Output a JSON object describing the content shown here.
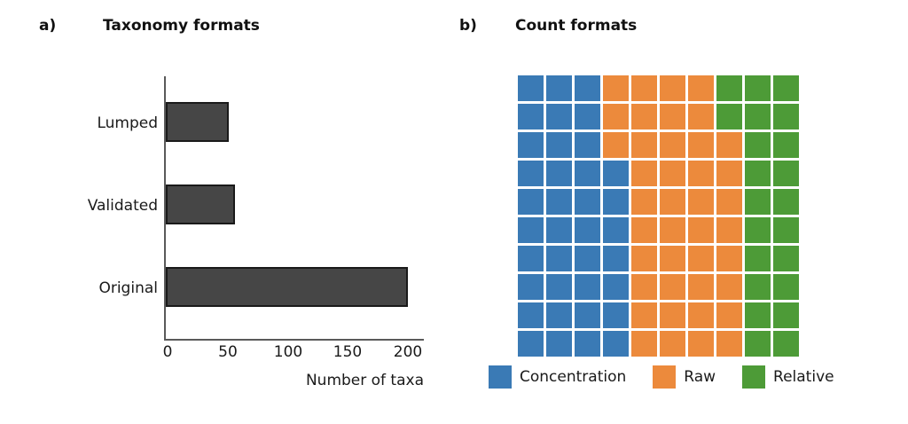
{
  "panels": {
    "a": {
      "letter": "a)",
      "title": "Taxonomy formats"
    },
    "b": {
      "letter": "b)",
      "title": "Count formats"
    }
  },
  "chart_data": [
    {
      "type": "bar",
      "orientation": "horizontal",
      "title": "Taxonomy formats",
      "panel": "a)",
      "categories": [
        "Lumped",
        "Validated",
        "Original"
      ],
      "values": [
        51,
        56,
        200
      ],
      "xlabel": "Number of taxa",
      "ylabel": "",
      "xlim": [
        0,
        215
      ],
      "xticks": [
        0,
        50,
        100,
        150,
        200
      ],
      "xtick_labels": [
        "0",
        "50",
        "100",
        "150",
        "200"
      ],
      "grid": false,
      "bar_fill": "#464646",
      "bar_stroke": "#1a1a1a"
    },
    {
      "type": "waffle",
      "title": "Count formats",
      "panel": "b)",
      "rows": 10,
      "cols": 10,
      "legend_position": "bottom",
      "categories": [
        "Concentration",
        "Raw",
        "Relative"
      ],
      "colors": [
        "#3a7ab5",
        "#ec8a3c",
        "#4d9b37"
      ],
      "values": [
        37,
        41,
        22
      ],
      "row_composition": [
        [
          3,
          4,
          3
        ],
        [
          3,
          4,
          3
        ],
        [
          3,
          5,
          2
        ],
        [
          4,
          4,
          2
        ],
        [
          4,
          4,
          2
        ],
        [
          4,
          4,
          2
        ],
        [
          4,
          4,
          2
        ],
        [
          4,
          4,
          2
        ],
        [
          4,
          4,
          2
        ],
        [
          4,
          4,
          2
        ]
      ]
    }
  ],
  "bar_chart": {
    "categories": [
      {
        "label": "Lumped",
        "value": 51
      },
      {
        "label": "Validated",
        "value": 56
      },
      {
        "label": "Original",
        "value": 200
      }
    ],
    "xticks": [
      "0",
      "50",
      "100",
      "150",
      "200"
    ],
    "xlabel": "Number of taxa"
  },
  "legend": {
    "items": [
      {
        "label": "Concentration",
        "color": "#3a7ab5"
      },
      {
        "label": "Raw",
        "color": "#ec8a3c"
      },
      {
        "label": "Relative",
        "color": "#4d9b37"
      }
    ]
  }
}
